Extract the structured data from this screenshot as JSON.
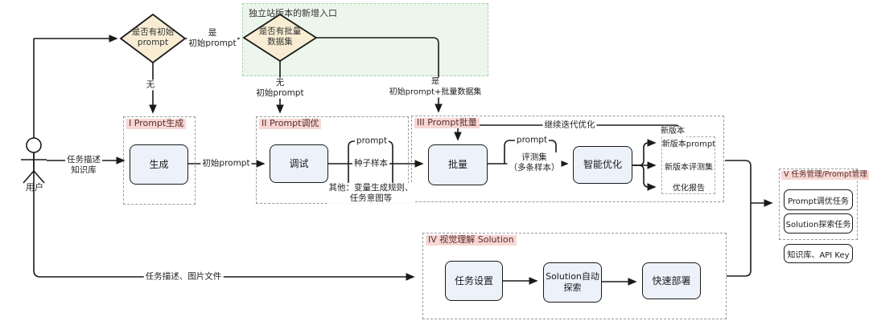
{
  "green_note": {
    "label": "独立站版本的新增入口"
  },
  "actor": {
    "label": "用户"
  },
  "decisions": {
    "initial_prompt": {
      "line1": "是否有初始",
      "line2": "prompt"
    },
    "batch_dataset": {
      "line1": "是否有批量",
      "line2": "数据集"
    }
  },
  "sections": {
    "s1": {
      "label": "I Prompt生成"
    },
    "s2": {
      "label": "II Prompt调优"
    },
    "s3": {
      "label": "III Prompt批量"
    },
    "s4": {
      "label": "IV 视觉理解 Solution"
    },
    "s5": {
      "label": "V 任务管理/Prompt管理"
    }
  },
  "nodes": {
    "generate": {
      "label": "生成"
    },
    "debug": {
      "label": "调试"
    },
    "batch": {
      "label": "批量"
    },
    "smart_optimize": {
      "label": "智能优化"
    },
    "task_setup": {
      "label": "任务设置"
    },
    "solution_explore": {
      "line1": "Solution自动",
      "line2": "探索"
    },
    "quick_deploy": {
      "label": "快速部署"
    },
    "prompt_tuning_task": {
      "label": "Prompt调优任务"
    },
    "solution_explore_task": {
      "label": "Solution探索任务"
    },
    "kb_api_key": {
      "label": "知识库、API Key"
    }
  },
  "outputs": {
    "new_version_label": "新版本",
    "items": [
      "新版本prompt",
      "新版本评测集",
      "优化报告"
    ]
  },
  "edges": {
    "yes_initial": {
      "line1": "是",
      "line2": "初始prompt"
    },
    "no_initial": {
      "label": "无"
    },
    "no_batch": {
      "line1": "无",
      "line2": "初始prompt"
    },
    "yes_batch": {
      "line1": "是",
      "line2": "初始prompt+批量数据集"
    },
    "task_desc_kb": {
      "line1": "任务描述",
      "line2": "知识库"
    },
    "initial_prompt": {
      "label": "初始prompt"
    },
    "bundle1": {
      "top": "prompt",
      "mid": "种子样本",
      "note1": "其他：变量生成规则、",
      "note2": "任务意图等"
    },
    "bundle2": {
      "top": "prompt",
      "mid1": "评测集",
      "mid2": "（多条样本）"
    },
    "iterate": {
      "label": "继续迭代优化"
    },
    "task_desc_images": {
      "label": "任务描述、图片文件"
    }
  },
  "colors": {
    "diamond_fill": "#f8edd3",
    "node_fill": "#ecf1fa",
    "section_label_bg": "#f6d7d4",
    "green_box_fill": "#edf6ed",
    "line": "#1a1a1a"
  }
}
